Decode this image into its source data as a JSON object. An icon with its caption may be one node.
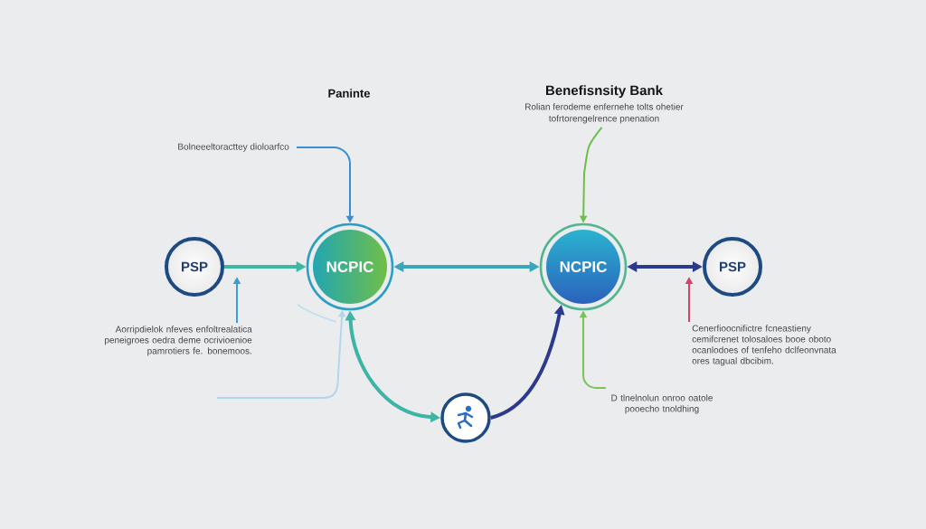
{
  "diagram": {
    "nodes": [
      {
        "text": [
          "Benefisnsity Bank",
          "Rolian ferodeme enfernehe tolts ohetier tofrtorengelrence pnenation"
        ]
      },
      {
        "text": [
          "Bolneeeltoracttey dioloarfco"
        ]
      },
      {
        "text": [
          "PSP"
        ]
      },
      {
        "text": [
          "NCPIC"
        ]
      },
      {
        "text": [
          "NCPIC"
        ]
      },
      {
        "text": [
          "PSP"
        ]
      },
      {
        "text": [
          "Aorripdielok nfeves enfoltrealatica peneigroes oedra deme ocrivioenioe pamrotiers fe. bonemoos."
        ]
      },
      {
        "text": [
          "Cenerfioocnifictre fcneastieny cemifcrenet tolosaloes booe oboto ocanlodoes of tenfeho dclfeonvnata ores tagual dbcibim."
        ]
      },
      {
        "text": [
          "D tlnelnolun onroo oatole pooecho tnoldhing"
        ]
      },
      {
        "text": [],
        "shape": "circle"
      }
    ],
    "edges": [
      {
        "from": 2,
        "to": 3,
        "arrow": "to",
        "style": "thick",
        "color": "#3db8a5"
      },
      {
        "from": 3,
        "to": 4,
        "arrow": "both",
        "style": "thick",
        "color": "#3aa6bc"
      },
      {
        "from": 5,
        "to": 4,
        "arrow": "both",
        "style": "thick",
        "color": "#2c3a8e"
      },
      {
        "from": 1,
        "to": 3,
        "arrow": "to",
        "color": "#3a8fd4"
      },
      {
        "from": 0,
        "to": 4,
        "arrow": "to",
        "color": "#6cbf4a"
      },
      {
        "from": 3,
        "to": 9,
        "arrow": "both",
        "style": "thick",
        "color": "#3cb5a6"
      },
      {
        "from": 9,
        "to": 4,
        "arrow": "to",
        "style": "thick",
        "color": "#2c3a8e"
      },
      {
        "from": 8,
        "to": 4,
        "arrow": "to",
        "color": "#7cc25a"
      },
      {
        "from": 6,
        "to": null,
        "arrow": "to",
        "color": "#3a9cd8"
      },
      {
        "from": 7,
        "to": null,
        "arrow": "to",
        "color": "#d9416a"
      },
      {
        "from": null,
        "to": 3,
        "arrow": "to",
        "color": "#b3d7ea"
      }
    ],
    "labels": [
      "Paninte"
    ]
  }
}
